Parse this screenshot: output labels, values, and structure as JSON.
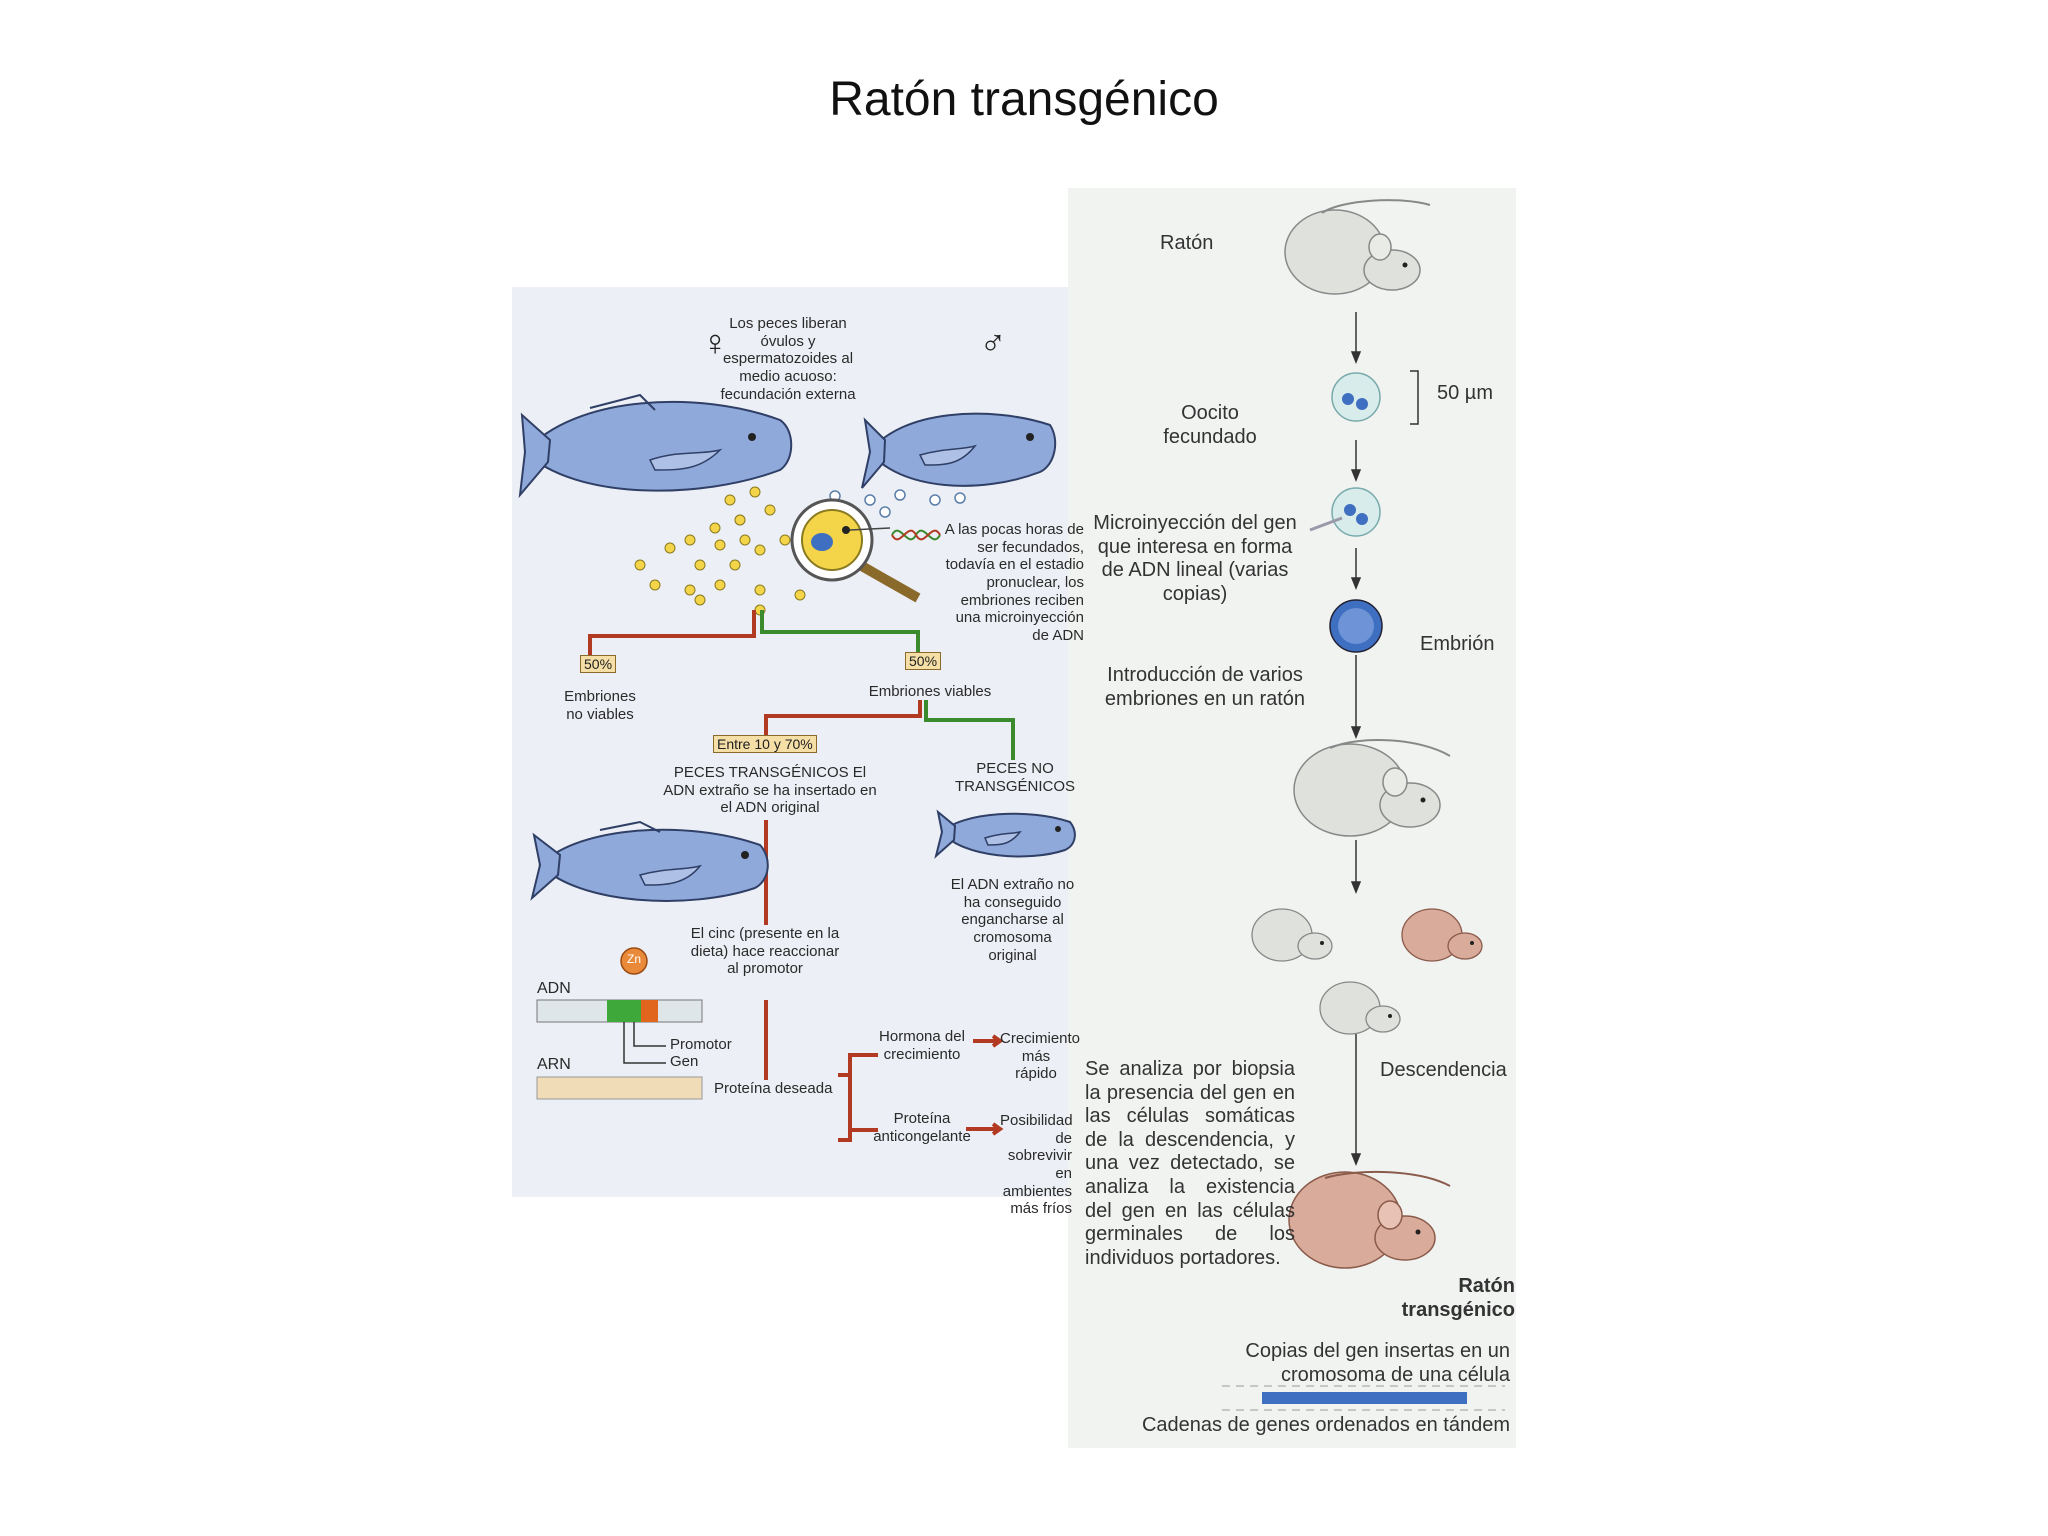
{
  "title": "Ratón transgénico",
  "fish": {
    "female_symbol": "♀",
    "male_symbol": "♂",
    "release_text": "Los peces liberan óvulos y espermatozoides al medio acuoso: fecundación externa",
    "injection_text": "A las pocas horas de ser fecundados, todavía en el estadio pronuclear, los embriones reciben una microinyección de ADN",
    "pct_nonviable": "50%",
    "label_nonviable": "Embriones no viables",
    "pct_viable": "50%",
    "label_viable": "Embriones viables",
    "pct_range": "Entre 10 y 70%",
    "transgenic_text": "PECES TRANSGÉNICOS El ADN extraño se ha insertado en el ADN original",
    "nontransgenic_title": "PECES NO TRANSGÉNICOS",
    "nontransgenic_text": "El ADN extraño no ha conseguido engancharse al cromosoma original",
    "zinc_symbol": "Zn",
    "zinc_text": "El cinc (presente en la dieta) hace reaccionar al promotor",
    "adn_label": "ADN",
    "arn_label": "ARN",
    "promotor_label": "Promotor",
    "gen_label": "Gen",
    "protein_label": "Proteína deseada",
    "hormone_label": "Hormona del crecimiento",
    "growth_label": "Crecimiento más rápido",
    "antifreeze_label": "Proteína anticongelante",
    "survival_label": "Posibilidad de sobrevivir en ambientes más fríos"
  },
  "mouse": {
    "raton_label": "Ratón",
    "oocyte_label": "Oocito fecundado",
    "scale_label": "50 µm",
    "microinjection_text": "Microinyección del gen que interesa en forma de ADN lineal (varias copias)",
    "embryo_label": "Embrión",
    "introduction_text": "Introducción de varios embriones en un ratón",
    "offspring_label": "Descendencia",
    "biopsy_text": "Se analiza por biopsia la presencia del gen en las células somáticas de la descendencia, y una vez detectado, se analiza la existencia del gen en las células germinales de los individuos portadores.",
    "transgenic_label": "Ratón transgénico",
    "copies_text": "Copias del gen insertas en un cromosoma de una célula",
    "tandem_text": "Cadenas de genes ordenados en tándem"
  },
  "colors": {
    "fish_body": "#8fa9da",
    "red_line": "#b33a22",
    "green_line": "#3c8a2e",
    "tag_fill": "#f5dfa6",
    "mouse_white": "#dfe2dc",
    "mouse_pink": "#d9ab9a",
    "cell_blue": "#3f6fc0"
  }
}
